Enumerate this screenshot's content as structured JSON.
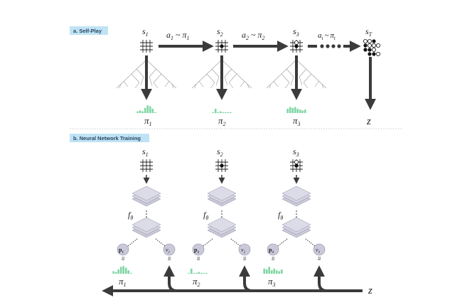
{
  "section_a": {
    "label": "a. Self-Play"
  },
  "section_b": {
    "label": "b. Neural Network Training"
  },
  "selfplay": {
    "states": [
      {
        "name": "s",
        "sub": "1"
      },
      {
        "name": "s",
        "sub": "2"
      },
      {
        "name": "s",
        "sub": "3"
      },
      {
        "name": "s",
        "sub": "T"
      }
    ],
    "actions": [
      {
        "a": "a",
        "a_sub": "1",
        "rel": "~",
        "pi": "π",
        "pi_sub": "1"
      },
      {
        "a": "a",
        "a_sub": "2",
        "rel": "~",
        "pi": "π",
        "pi_sub": "2"
      },
      {
        "a": "a",
        "a_sub": "t",
        "rel": "~",
        "pi": "π",
        "pi_sub": "t"
      }
    ],
    "policies": [
      {
        "pi": "π",
        "sub": "1"
      },
      {
        "pi": "π",
        "sub": "2"
      },
      {
        "pi": "π",
        "sub": "3"
      }
    ],
    "outcome": "z",
    "policy_bars": [
      [
        2,
        3,
        2,
        6,
        9,
        8,
        5,
        1
      ],
      [
        1,
        5,
        1,
        2,
        1,
        1,
        1,
        1
      ],
      [
        5,
        7,
        6,
        7,
        5,
        4,
        3,
        4
      ]
    ]
  },
  "training": {
    "states": [
      {
        "name": "s",
        "sub": "1"
      },
      {
        "name": "s",
        "sub": "2"
      },
      {
        "name": "s",
        "sub": "3"
      }
    ],
    "network_label": {
      "f": "f",
      "sub": "θ"
    },
    "heads": [
      {
        "p": "p",
        "p_sub": "1",
        "v": "v",
        "v_sub": "1"
      },
      {
        "p": "p",
        "p_sub": "2",
        "v": "v",
        "v_sub": "2"
      },
      {
        "p": "p",
        "p_sub": "3",
        "v": "v",
        "v_sub": "3"
      }
    ],
    "approx_symbol": "≈",
    "targets": [
      {
        "pi": "π",
        "sub": "1"
      },
      {
        "pi": "π",
        "sub": "2"
      },
      {
        "pi": "π",
        "sub": "3"
      }
    ],
    "outcome": "z",
    "target_bars": [
      [
        3,
        2,
        5,
        8,
        9,
        7,
        4,
        1
      ],
      [
        1,
        6,
        1,
        1,
        2,
        1,
        1,
        1
      ],
      [
        6,
        5,
        8,
        4,
        6,
        4,
        3,
        5
      ]
    ]
  },
  "colors": {
    "label_bg": "#bfe3f5",
    "label_text": "#2d4660",
    "arrow": "#3b3b3b",
    "bars": "#7fd6a3",
    "layer_face": "#c9c9da",
    "layer_edge": "#8f8fa3",
    "head_circle": "#c9c9da"
  }
}
